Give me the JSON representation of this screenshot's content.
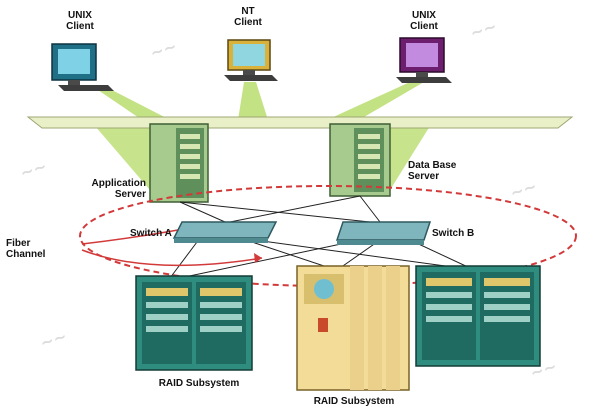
{
  "labels": {
    "unix_client_1_line1": "UNIX",
    "unix_client_1_line2": "Client",
    "nt_client_line1": "NT",
    "nt_client_line2": "Client",
    "unix_client_2_line1": "UNIX",
    "unix_client_2_line2": "Client",
    "application_server_line1": "Application",
    "application_server_line2": "Server",
    "database_server_line1": "Data Base",
    "database_server_line2": "Server",
    "fiber_channel_line1": "Fiber",
    "fiber_channel_line2": "Channel",
    "switch_a": "Switch A",
    "switch_b": "Switch B",
    "raid_subsystem_left": "RAID Subsystem",
    "raid_subsystem_center": "RAID Subsystem"
  },
  "colors": {
    "backbone": "#e9efc6",
    "server": "#8fb8a8",
    "switch": "#7fb6bd",
    "raid": "#2f8d80",
    "raid_center": "#f3dc98",
    "fiber_ring": "#d23a3a",
    "beam": "#b9dd6f"
  }
}
